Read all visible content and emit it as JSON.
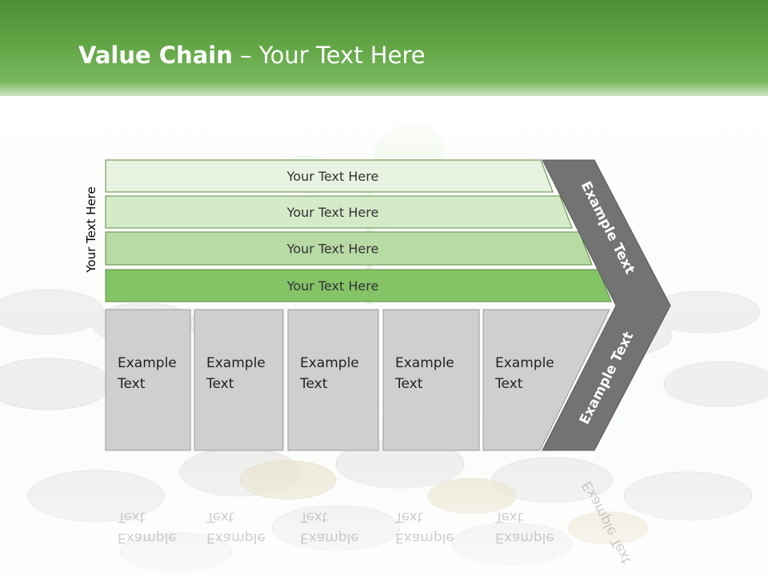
{
  "header": {
    "title_bold": "Value Chain",
    "title_rest": " – Your Text Here"
  },
  "vertical_label": "Your Text Here",
  "bars": [
    {
      "label": "Your Text Here",
      "fill": "#e7f2e0"
    },
    {
      "label": "Your Text Here",
      "fill": "#d4eac8"
    },
    {
      "label": "Your Text Here",
      "fill": "#b8dba5"
    },
    {
      "label": "Your Text Here",
      "fill": "#84c467"
    }
  ],
  "boxes": [
    {
      "line1": "Example",
      "line2": "Text"
    },
    {
      "line1": "Example",
      "line2": "Text"
    },
    {
      "line1": "Example",
      "line2": "Text"
    },
    {
      "line1": "Example",
      "line2": "Text"
    },
    {
      "line1": "Example",
      "line2": "Text"
    }
  ],
  "chevron": {
    "upper_label": "Example Text",
    "lower_label": "Example Text",
    "fill": "#737373"
  },
  "colors": {
    "header_green": "#62a646",
    "box_fill": "#cfcfcf",
    "box_border": "#9a9a9a",
    "bar_border": "#5a8f3e"
  }
}
